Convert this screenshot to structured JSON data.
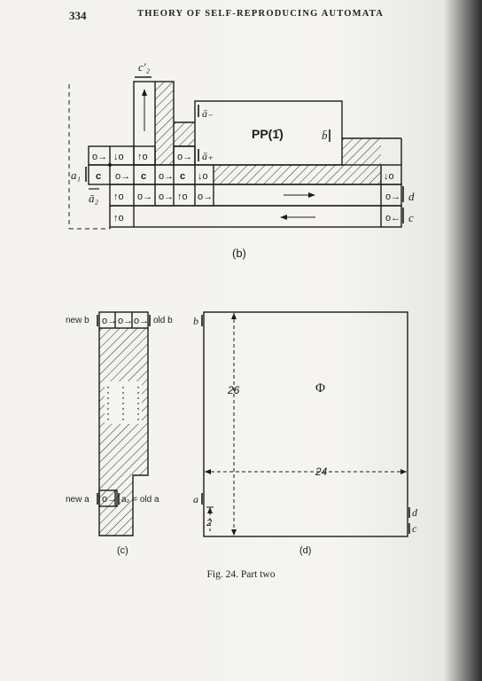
{
  "header": {
    "page_number": "334",
    "running_head": "THEORY OF SELF-REPRODUCING AUTOMATA"
  },
  "figure": {
    "b": {
      "panel_label": "(b)",
      "label_c2prime": "c′₂",
      "label_a_minus": "ā₋",
      "label_pp": "PP(1̄̄)",
      "label_b": "b̄",
      "label_a_plus": "ā₊",
      "label_a1": "a₁",
      "label_a2": "ā₂",
      "label_d": "d",
      "label_c": "c",
      "row_top_cells": [
        "o→",
        "↓o",
        "↑o",
        "o→"
      ],
      "row_mid_cells": [
        "c",
        "o→",
        "c",
        "o→",
        "c",
        "↓o"
      ],
      "row_d_cells": [
        "↑o",
        "o→",
        "o→",
        "↑o",
        "o→"
      ],
      "row_c_first": "↑o",
      "right_cells": [
        "↓o",
        "o→",
        "o←"
      ]
    },
    "c": {
      "panel_label": "(c)",
      "new_b": "new b",
      "old_b": "old b",
      "new_a": "new a",
      "a2_old_a": "a₂ = old a",
      "top_cells": [
        "o→",
        "o→",
        "o→"
      ],
      "bottom_cell": "o→"
    },
    "d": {
      "panel_label": "(d)",
      "label_b": "b",
      "label_a": "a",
      "label_d": "d",
      "label_c": "c",
      "dim_height": "26",
      "dim_width": "24",
      "dim_small": "2",
      "phi": "Φ"
    }
  },
  "caption": "Fig. 24. Part two"
}
